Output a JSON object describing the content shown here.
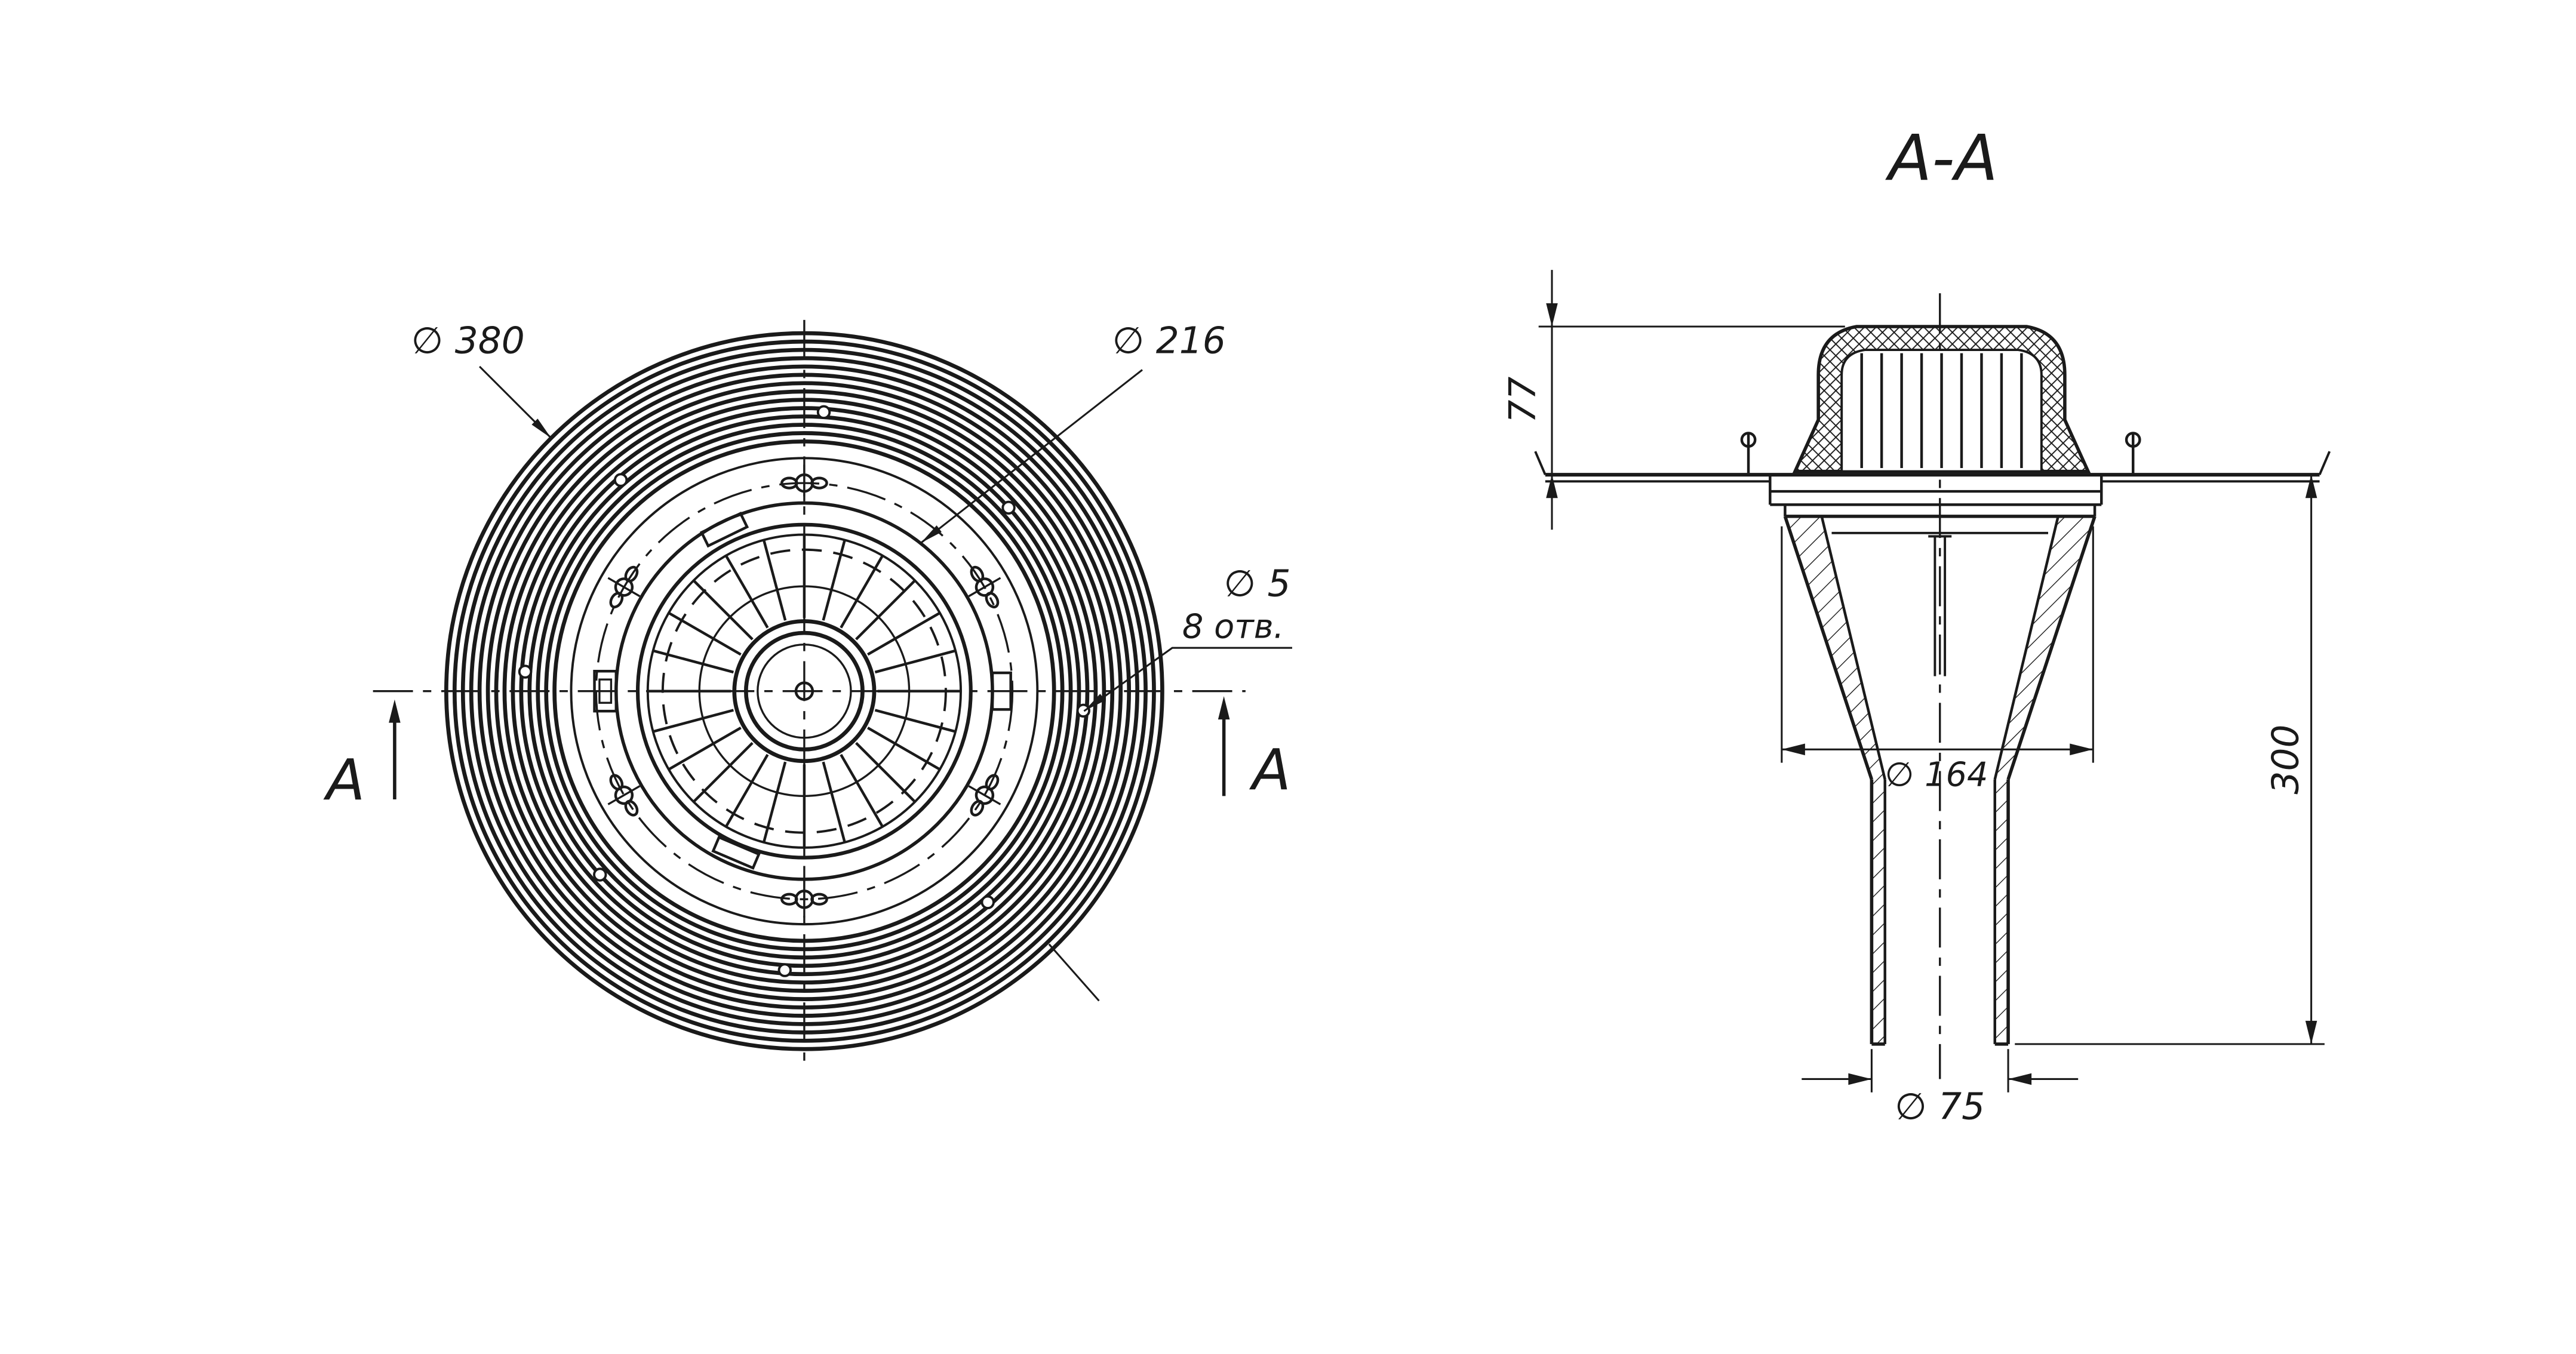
{
  "drawing": {
    "section_title": "A-A",
    "section_marker": "A",
    "top_view": {
      "dim_outer_diameter": "∅ 380",
      "dim_inner_diameter": "∅ 216",
      "dim_hole_diameter": "∅ 5",
      "hole_count_note": "8 отв."
    },
    "section_view": {
      "dim_cap_height": "77",
      "dim_total_height": "300",
      "dim_funnel_diameter": "∅ 164",
      "dim_pipe_diameter": "∅ 75"
    }
  }
}
